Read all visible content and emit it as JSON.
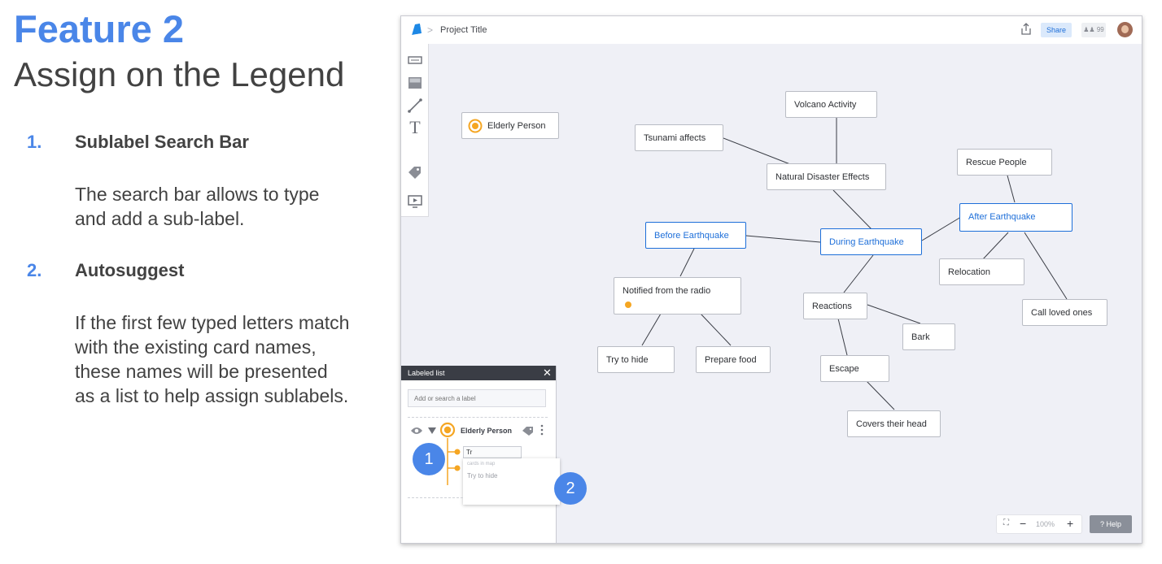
{
  "slide": {
    "title": "Feature 2",
    "subtitle": "Assign on the Legend",
    "items": [
      {
        "num": "1.",
        "heading": "Sublabel Search Bar",
        "body": "The search bar allows to type and add a sub-label."
      },
      {
        "num": "2.",
        "heading": "Autosuggest",
        "body": "If the first few typed letters match with the existing card names, these names will be presented as a list to help assign sublabels."
      }
    ]
  },
  "app": {
    "project_title": "Project Title",
    "breadcrumb_sep": ">",
    "share_label": "Share",
    "users_label": "99",
    "icons": {
      "logo": "logo-icon",
      "upload": "upload-icon",
      "users": "users-icon",
      "avatar": "avatar"
    },
    "toolbar": [
      "card-tool-icon",
      "image-tool-icon",
      "connector-tool-icon",
      "text-tool-icon",
      "label-tool-icon",
      "presentation-tool-icon"
    ],
    "toolbar_text_glyph": "T",
    "colors": {
      "accent": "#1e6fd9",
      "orange": "#f5a623",
      "badge": "#4a86e8",
      "canvas": "#eff0f6"
    }
  },
  "map": {
    "legend_card": "Elderly Person",
    "nodes": {
      "volcano": "Volcano Activity",
      "tsunami": "Tsunami affects",
      "natural": "Natural Disaster Effects",
      "rescue": "Rescue People",
      "after": "After Earthquake",
      "before": "Before Earthquake",
      "during": "During Earthquake",
      "relocation": "Relocation",
      "notified": "Notified from the radio",
      "reactions": "Reactions",
      "call": "Call loved ones",
      "bark": "Bark",
      "hide": "Try to hide",
      "food": "Prepare food",
      "escape": "Escape",
      "covers": "Covers their head"
    }
  },
  "labeled_list": {
    "title": "Labeled list",
    "close": "✕",
    "search_placeholder": "Add or search a label",
    "label_name": "Elderly Person",
    "sublabel_input": "Tr",
    "suggest_caption": "cards in map",
    "suggest_item": "Try to hide"
  },
  "badges": [
    "1",
    "2"
  ],
  "zoom": {
    "fit": "⛶",
    "minus": "−",
    "percent": "100%",
    "plus": "+"
  },
  "help_label": "? Help"
}
